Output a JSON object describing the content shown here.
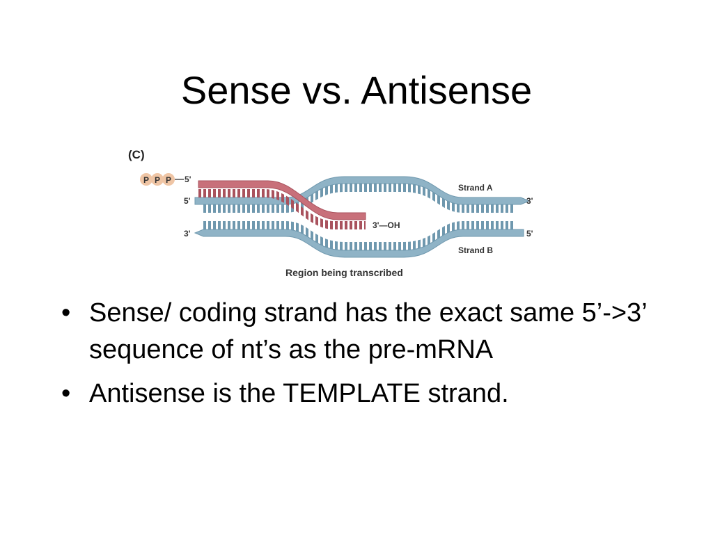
{
  "slide": {
    "title": "Sense vs. Antisense"
  },
  "figure": {
    "panel_label": "(C)",
    "phosphates": [
      "P",
      "P",
      "P"
    ],
    "rna_five_prime": "5'",
    "rna_three_prime_oh": "3'—OH",
    "strand_a_label": "Strand A",
    "strand_b_label": "Strand B",
    "strand_a_left_end": "5'",
    "strand_a_right_end": "3'",
    "strand_b_left_end": "3'",
    "strand_b_right_end": "5'",
    "caption": "Region being transcribed",
    "colors": {
      "dna": "#8fb3c6",
      "dna_dark": "#6f98ae",
      "rna": "#c8707a",
      "rna_dark": "#a9525d",
      "phosphate": "#efc5a5"
    }
  },
  "bullets": [
    {
      "marker": "•",
      "text": "Sense/ coding strand has the exact same 5’->3’ sequence of nt’s as the pre-mRNA"
    },
    {
      "marker": "•",
      "text": "Antisense is the TEMPLATE strand."
    }
  ]
}
